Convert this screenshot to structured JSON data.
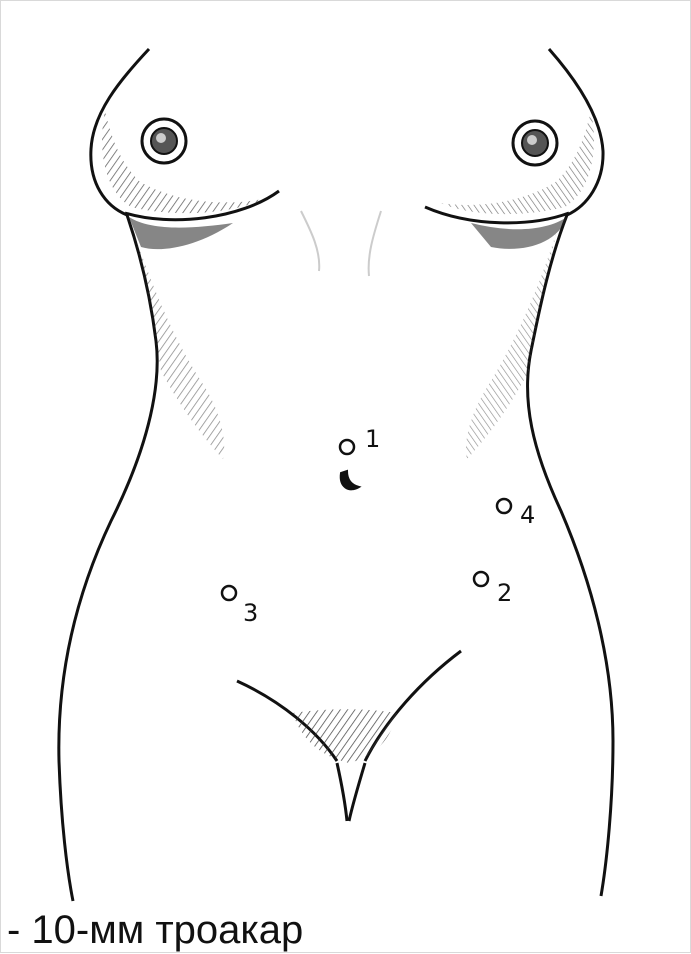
{
  "figure": {
    "ports": [
      {
        "label": "1"
      },
      {
        "label": "2"
      },
      {
        "label": "3"
      },
      {
        "label": "4"
      }
    ],
    "legend_caption": "- 10-мм троакар",
    "colors": {
      "ink": "#111111",
      "shade": "#555555",
      "background": "#ffffff"
    }
  }
}
